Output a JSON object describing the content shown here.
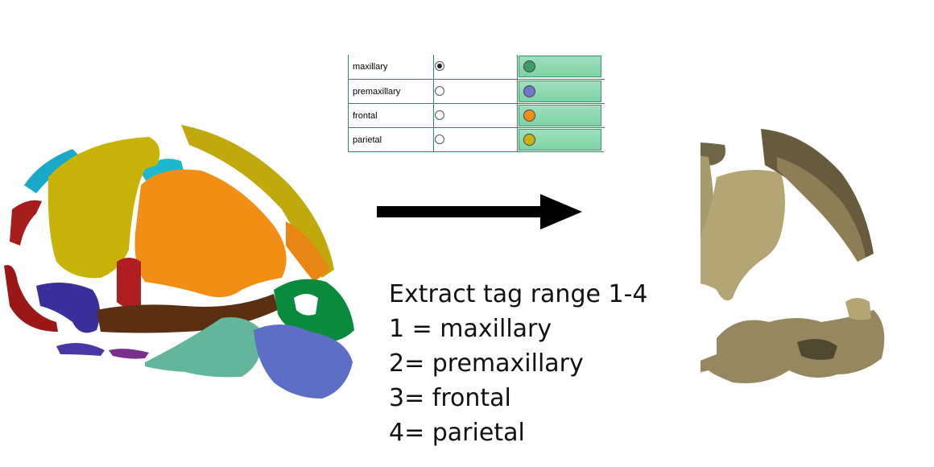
{
  "tag_table": {
    "rows": [
      {
        "name": "maxillary",
        "selected": true,
        "color": "#3a9d6a"
      },
      {
        "name": "premaxillary",
        "selected": false,
        "color": "#6f78c9"
      },
      {
        "name": "frontal",
        "selected": false,
        "color": "#f28c1a"
      },
      {
        "name": "parietal",
        "selected": false,
        "color": "#c9b20f"
      }
    ]
  },
  "description": {
    "line1": "Extract tag range 1-4",
    "line2": "1 = maxillary",
    "line3": "2= premaxillary",
    "line4": "3= frontal",
    "line5": "4= parietal"
  },
  "colors": {
    "maxillary": "#3a9d6a",
    "premaxillary": "#6f78c9",
    "frontal": "#f28c1a",
    "parietal": "#c9b20f",
    "extracted_bone": "#b3a574",
    "arrow": "#000000"
  }
}
